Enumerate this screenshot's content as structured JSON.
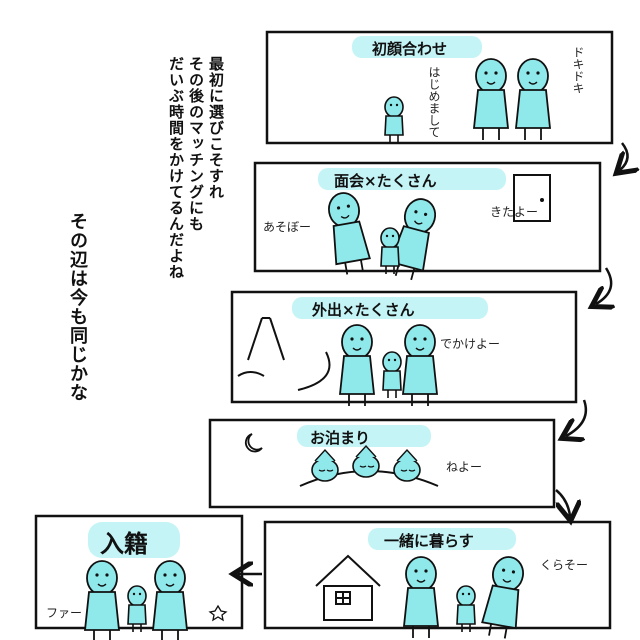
{
  "narration": {
    "line1": "最初に選びこそすれ",
    "line2": "その後のマッチングにも",
    "line3": "だいぶ時間をかけてるんだよね",
    "line4": "その辺は今も同じかな"
  },
  "panels": [
    {
      "title": "初顔合わせ",
      "sfx": [
        "はじめまして",
        "ドキドキ"
      ]
    },
    {
      "title": "面会×たくさん",
      "sfx": [
        "あそぼー",
        "きたよー"
      ]
    },
    {
      "title": "外出×たくさん",
      "sfx": [
        "でかけよー"
      ]
    },
    {
      "title": "お泊まり",
      "sfx": [
        "ねよー"
      ]
    },
    {
      "title": "一緒に暮らす",
      "sfx": [
        "くらそー"
      ]
    },
    {
      "title": "入籍",
      "sfx": [
        "ファー"
      ]
    }
  ],
  "colors": {
    "figure": "#8fe8ea",
    "highlight": "#c4f4f6",
    "ink": "#111111"
  }
}
